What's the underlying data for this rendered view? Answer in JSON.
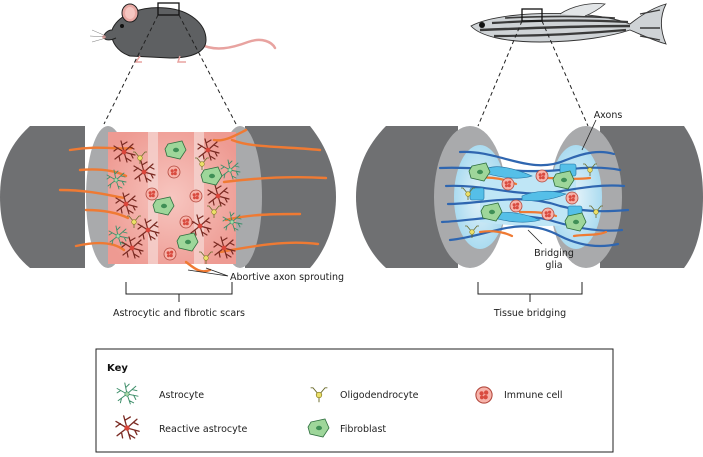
{
  "labels": {
    "abortive_sprouting": "Abortive axon sprouting",
    "mouse_scar": "Astrocytic and fibrotic scars",
    "zebrafish_bridge": "Tissue bridging",
    "axons": "Axons",
    "bridging_glia_line1": "Bridging",
    "bridging_glia_line2": "glia"
  },
  "key": {
    "title": "Key",
    "items": [
      {
        "label": "Astrocyte",
        "icon": "astrocyte-icon"
      },
      {
        "label": "Reactive astrocyte",
        "icon": "reactive-astrocyte-icon"
      },
      {
        "label": "Oligodendrocyte",
        "icon": "oligodendrocyte-icon"
      },
      {
        "label": "Fibroblast",
        "icon": "fibroblast-icon"
      },
      {
        "label": "Immune cell",
        "icon": "immune-cell-icon"
      }
    ]
  },
  "colors": {
    "cord_dark": "#6f7072",
    "cord_face": "#a9aaac",
    "scar_pink": "#f1a7a0",
    "axon_orange": "#ef7a33",
    "axon_blue": "#2f66b0",
    "glia_cyan": "#55bfe8",
    "astrocyte_green": "#3f8f6b",
    "reactive_red": "#c0392b",
    "fibroblast_green": "#8fcf8a",
    "oligo_yellow": "#e4d84a",
    "immune_pink": "#f28c82"
  }
}
